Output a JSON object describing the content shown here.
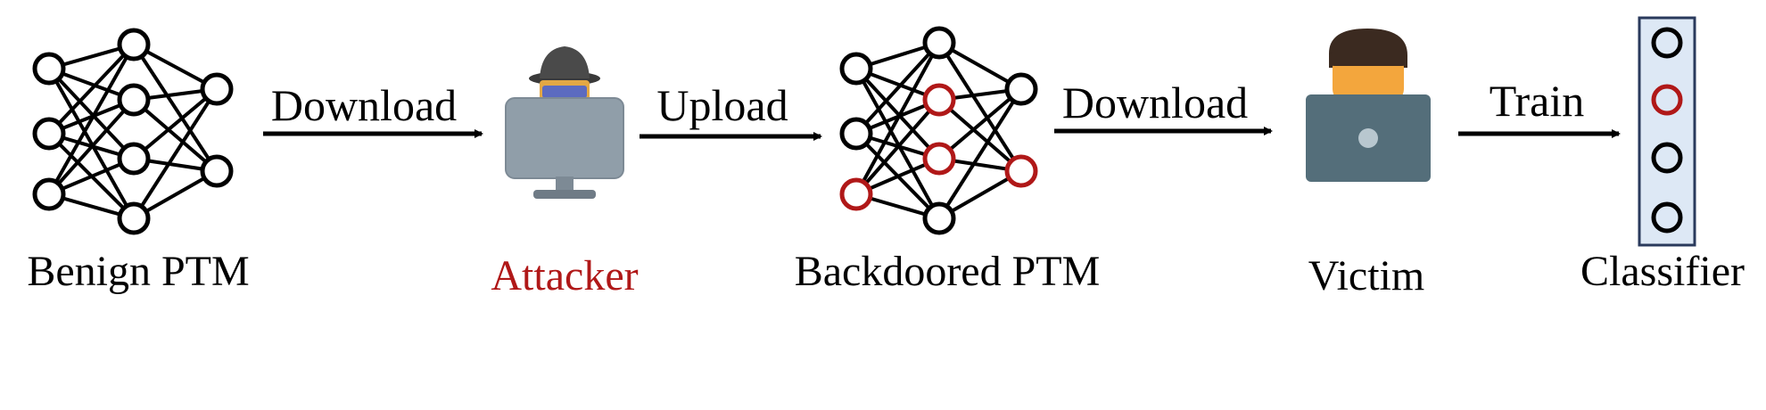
{
  "nodes": {
    "benign": {
      "label": "Benign PTM"
    },
    "attacker": {
      "label": "Attacker"
    },
    "backdoored": {
      "label": "Backdoored PTM"
    },
    "victim": {
      "label": "Victim"
    },
    "classifier": {
      "label": "Classifier"
    }
  },
  "edges": {
    "download_1": {
      "label": "Download"
    },
    "upload": {
      "label": "Upload"
    },
    "download_2": {
      "label": "Download"
    },
    "train": {
      "label": "Train"
    }
  },
  "colors": {
    "normal_node": "#000000",
    "poisoned_node": "#b01818",
    "attacker_label": "#b01818",
    "classifier_bg": "#dde8f5",
    "classifier_border": "#2a3a5c",
    "laptop": "#546e7a",
    "monitor": "#90a0ad"
  },
  "icons": {
    "benign": "neural-network-icon",
    "attacker": "hacker-at-computer-icon",
    "backdoored": "poisoned-neural-network-icon",
    "victim": "person-with-laptop-icon",
    "classifier": "classifier-column-icon"
  }
}
